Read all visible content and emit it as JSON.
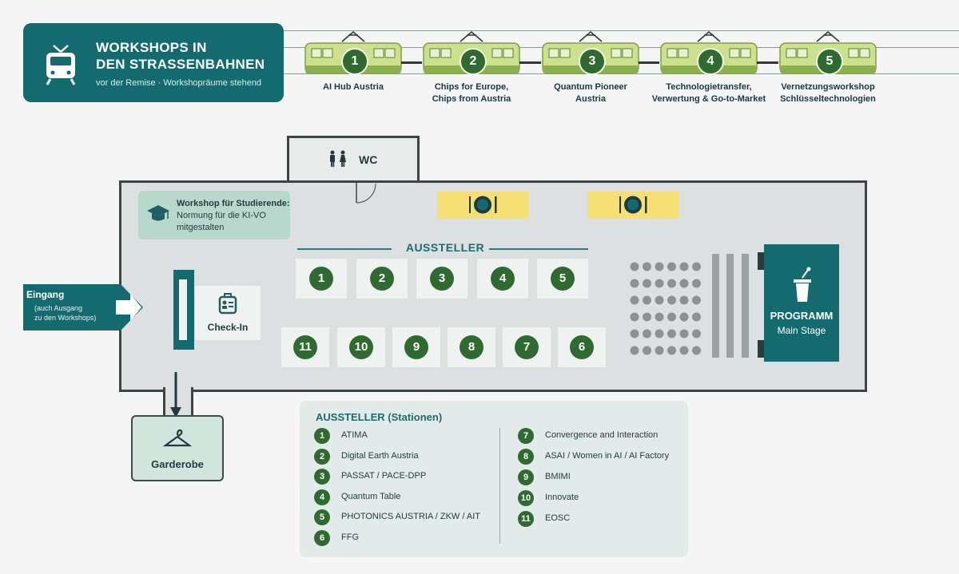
{
  "header": {
    "title_line1": "WORKSHOPS IN",
    "title_line2": "DEN STRASSENBAHNEN",
    "subtitle": "vor der Remise · Workshopräume stehend",
    "icon": "tram-icon"
  },
  "trams": [
    {
      "number": "1",
      "label1": "AI Hub Austria",
      "label2": ""
    },
    {
      "number": "2",
      "label1": "Chips for Europe,",
      "label2": "Chips from Austria"
    },
    {
      "number": "3",
      "label1": "Quantum Pioneer",
      "label2": "Austria"
    },
    {
      "number": "4",
      "label1": "Technologietransfer,",
      "label2": "Verwertung & Go-to-Market"
    },
    {
      "number": "5",
      "label1": "Vernetzungsworkshop",
      "label2": "Schlüsseltechnologien"
    }
  ],
  "floor": {
    "wc": "WC",
    "student_workshop": {
      "title": "Workshop für Studierende:",
      "line2": "Normung für die KI-VO",
      "line3": "mitgestalten"
    },
    "aussteller_title": "AUSSTELLER",
    "stands_top": [
      "1",
      "2",
      "3",
      "4",
      "5"
    ],
    "stands_bottom": [
      "11",
      "10",
      "9",
      "8",
      "7",
      "6"
    ],
    "checkin": "Check-In",
    "entry": {
      "label": "Eingang",
      "sub1": "(auch Ausgang",
      "sub2": "zu den Workshops)"
    },
    "stage": {
      "title": "PROGRAMM",
      "sub": "Main Stage"
    },
    "garderobe": "Garderobe"
  },
  "legend": {
    "title": "AUSSTELLER (Stationen)",
    "left": [
      {
        "n": "1",
        "name": "ATIMA"
      },
      {
        "n": "2",
        "name": "Digital Earth Austria"
      },
      {
        "n": "3",
        "name": "PASSAT / PACE-DPP"
      },
      {
        "n": "4",
        "name": "Quantum Table"
      },
      {
        "n": "5",
        "name": "PHOTONICS AUSTRIA / ZKW / AIT"
      },
      {
        "n": "6",
        "name": "FFG"
      }
    ],
    "right": [
      {
        "n": "7",
        "name": "Convergence and Interaction"
      },
      {
        "n": "8",
        "name": "ASAI / Women in AI / AI Factory"
      },
      {
        "n": "9",
        "name": "BMIMI"
      },
      {
        "n": "10",
        "name": "Innovate"
      },
      {
        "n": "11",
        "name": "EOSC"
      }
    ]
  },
  "colors": {
    "teal": "#136b6f",
    "green": "#2f6b31",
    "yellow": "#f6df74",
    "hall": "#dde0e0"
  }
}
